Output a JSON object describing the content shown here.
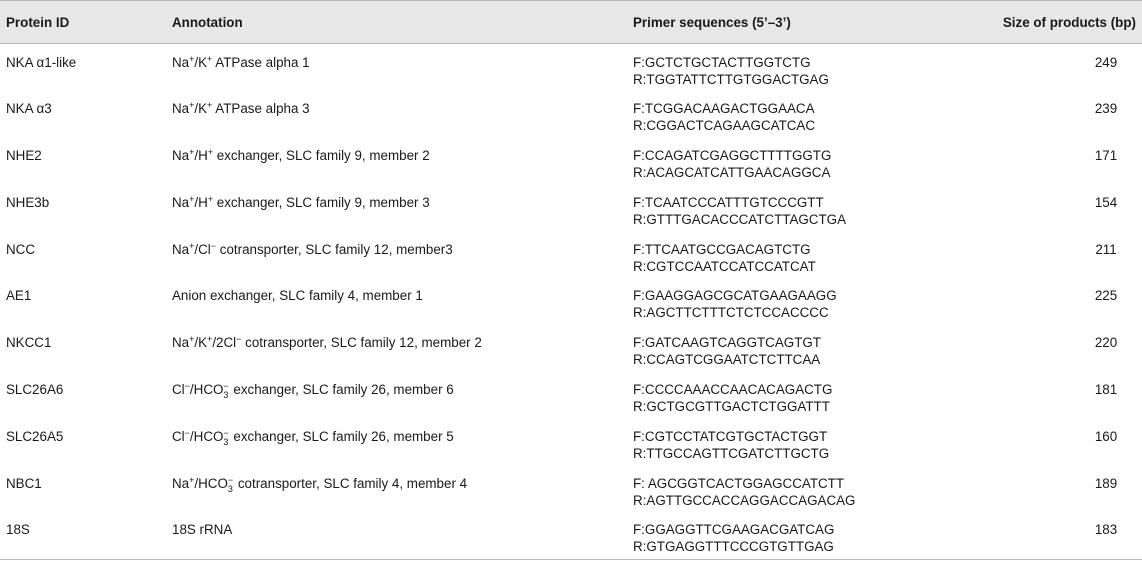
{
  "header": {
    "protein_id": "Protein ID",
    "annotation": "Annotation",
    "primers": "Primer sequences (5’–3’)",
    "size": "Size of products (bp)"
  },
  "rows": [
    {
      "id": "NKA α1-like",
      "ann": {
        "a": "Na",
        "b": "+",
        "c": "/K",
        "d": "+",
        "e": " ATPase alpha 1"
      },
      "fwd": "F:GCTCTGCTACTTGGTCTG",
      "rev": "R:TGGTATTCTTGTGGACTGAG",
      "size": "249"
    },
    {
      "id": "NKA α3",
      "ann": {
        "a": "Na",
        "b": "+",
        "c": "/K",
        "d": "+",
        "e": " ATPase alpha 3"
      },
      "fwd": "F:TCGGACAAGACTGGAACA",
      "rev": "R:CGGACTCAGAAGCATCAC",
      "size": "239"
    },
    {
      "id": "NHE2",
      "ann": {
        "a": "Na",
        "b": "+",
        "c": "/H",
        "d": "+",
        "e": " exchanger, SLC family 9, member 2"
      },
      "fwd": "F:CCAGATCGAGGCTTTTGGTG",
      "rev": "R:ACAGCATCATTGAACAGGCA",
      "size": "171"
    },
    {
      "id": "NHE3b",
      "ann": {
        "a": "Na",
        "b": "+",
        "c": "/H",
        "d": "+",
        "e": " exchanger, SLC family 9, member 3"
      },
      "fwd": "F:TCAATCCCATTTGTCCCGTT",
      "rev": "R:GTTTGACACCCATCTTAGCTGA",
      "size": "154"
    },
    {
      "id": "NCC",
      "ann": {
        "a": "Na",
        "b": "+",
        "c": "/Cl",
        "d": "−",
        "e": " cotransporter, SLC family 12, member3"
      },
      "fwd": "F:TTCAATGCCGACAGTCTG",
      "rev": "R:CGTCCAATCCATCCATCAT",
      "size": "211"
    },
    {
      "id": "AE1",
      "ann_text": "Anion exchanger, SLC family 4, member 1",
      "fwd": "F:GAAGGAGCGCATGAAGAAGG",
      "rev": "R:AGCTTCTTTCTCTCCACCCC",
      "size": "225"
    },
    {
      "id": "NKCC1",
      "ann": {
        "a": "Na",
        "b": "+",
        "c": "/K",
        "d": "+",
        "e": "/2Cl",
        "f": "−",
        "g": " cotransporter, SLC family 12, member 2"
      },
      "fwd": "F:GATCAAGTCAGGTCAGTGT",
      "rev": "R:CCAGTCGGAATCTCTTCAA",
      "size": "220"
    },
    {
      "id": "SLC26A6",
      "ann": {
        "a": "Cl",
        "b": "−",
        "c": "/HCO",
        "d": "−",
        "d2": "3",
        "e": " exchanger, SLC family 26, member 6"
      },
      "fwd": "F:CCCCAAACCAACACAGACTG",
      "rev": "R:GCTGCGTTGACTCTGGATTT",
      "size": "181"
    },
    {
      "id": "SLC26A5",
      "ann": {
        "a": "Cl",
        "b": "−",
        "c": "/HCO",
        "d": "−",
        "d2": "3",
        "e": " exchanger, SLC family 26, member 5"
      },
      "fwd": "F:CGTCCTATCGTGCTACTGGT",
      "rev": "R:TTGCCAGTTCGATCTTGCTG",
      "size": "160"
    },
    {
      "id": "NBC1",
      "ann": {
        "a": "Na",
        "b": "+",
        "c": "/HCO",
        "d": "−",
        "d2": "3",
        "e": " cotransporter, SLC family 4, member 4"
      },
      "fwd": "F: AGCGGTCACTGGAGCCATCTT",
      "rev": "R:AGTTGCCACCAGGACCAGACAG",
      "size": "189"
    },
    {
      "id": "18S",
      "ann_text": "18S rRNA",
      "fwd": "F:GGAGGTTCGAAGACGATCAG",
      "rev": "R:GTGAGGTTTCCCGTGTTGAG",
      "size": "183"
    }
  ]
}
